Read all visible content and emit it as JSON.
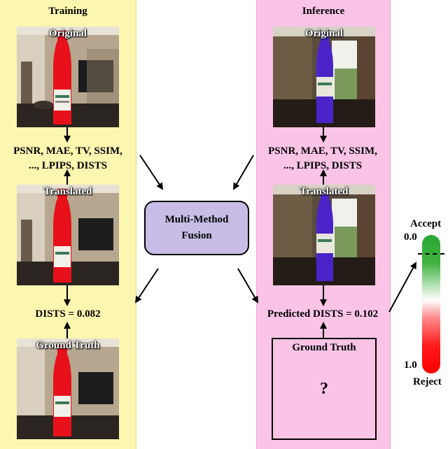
{
  "training": {
    "title": "Training",
    "original_label": "Original",
    "metrics_line1": "PSNR, MAE, TV, SSIM,",
    "metrics_line2": "..., LPIPS, DISTS",
    "translated_label": "Translated",
    "score": "DISTS = 0.082",
    "gt_label": "Ground Truth"
  },
  "inference": {
    "title": "Inference",
    "original_label": "Original",
    "metrics_line1": "PSNR, MAE, TV, SSIM,",
    "metrics_line2": "..., LPIPS, DISTS",
    "translated_label": "Translated",
    "score": "Predicted DISTS = 0.102",
    "gt_label": "Ground Truth",
    "gt_unknown": "?"
  },
  "fusion": {
    "line1": "Multi-Method",
    "line2": "Fusion"
  },
  "scale": {
    "accept": "Accept",
    "reject": "Reject",
    "min": "0.0",
    "max": "1.0",
    "threshold": 0.1
  },
  "colors": {
    "training_bg": "#fbf6b0",
    "inference_bg": "#f9c4e6",
    "fusion_bg": "#c7bde6",
    "bottle_training": "#e8111b",
    "bottle_inference": "#4a24c8",
    "accept_color": "#2aa832",
    "reject_color": "#ff0000"
  }
}
